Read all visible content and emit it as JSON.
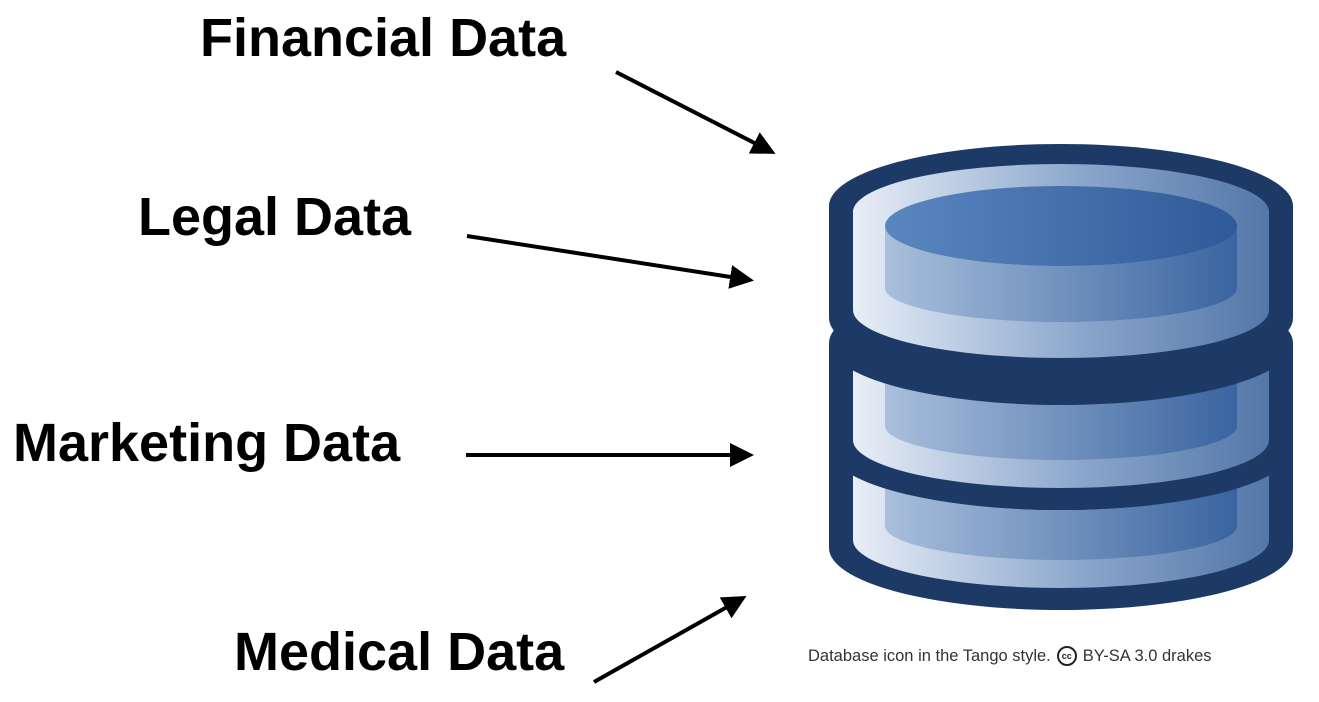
{
  "labels": {
    "financial": "Financial Data",
    "legal": "Legal Data",
    "marketing": "Marketing Data",
    "medical": "Medical Data"
  },
  "caption": {
    "before": "Database icon in the Tango style.",
    "cc_mark": "cc",
    "after": "BY-SA 3.0 drakes"
  },
  "colors": {
    "text": "#000000",
    "db_outline": "#1d3a66",
    "db_fill_light": "#e6edf6",
    "db_fill_dark": "#3a64a0",
    "db_top_inner": "#4a78b6"
  },
  "icons": {
    "database": "database-icon",
    "arrow": "arrow-icon",
    "license": "creative-commons-icon"
  }
}
